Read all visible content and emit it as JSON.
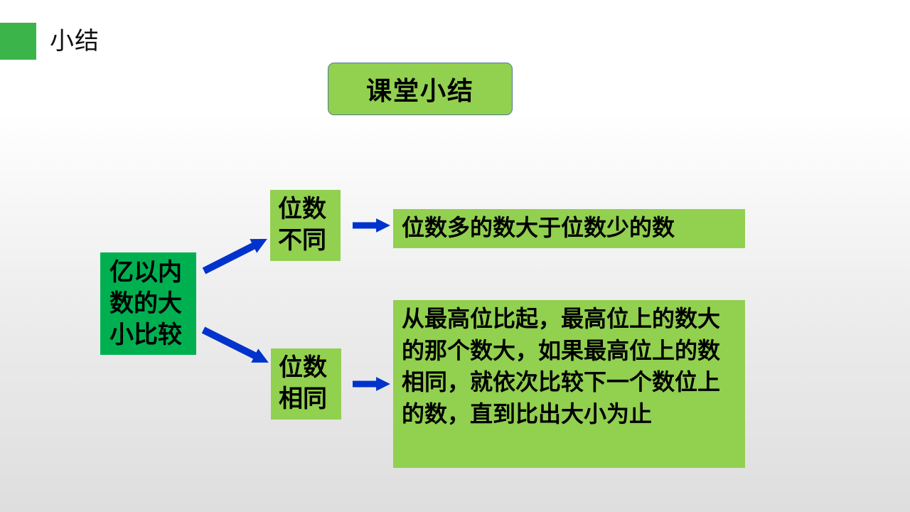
{
  "slide": {
    "section_title": "小结",
    "header": "课堂小结",
    "accent_color": "#3bb54a"
  },
  "diagram": {
    "root": {
      "lines": [
        "亿以内",
        "数的大",
        "小比较"
      ],
      "color": "#00b050"
    },
    "branches": [
      {
        "condition_lines": [
          "位数",
          "不同"
        ],
        "rule": "位数多的数大于位数少的数"
      },
      {
        "condition_lines": [
          "位数",
          "相同"
        ],
        "rule": "从最高位比起，最高位上的数大的那个数大，如果最高位上的数相同，就依次比较下一个数位上的数，直到比出大小为止"
      }
    ],
    "box_color": "#92d050",
    "arrow_color": "#0033cc"
  }
}
